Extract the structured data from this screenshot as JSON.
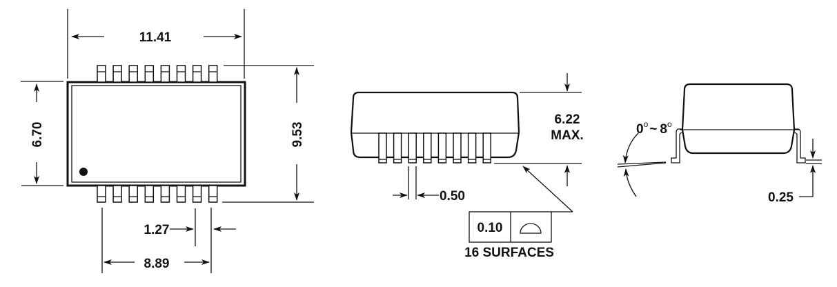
{
  "title": "SMD 16-pin package outline drawing",
  "top_view": {
    "overall_width": "11.41",
    "body_height": "6.70",
    "overall_height": "9.53",
    "pitch": "1.27",
    "pin_span": "8.89",
    "pins_per_side": 8
  },
  "side_view": {
    "height_value": "6.22",
    "height_suffix": "MAX.",
    "pin_width": "0.50",
    "coplanarity_value": "0.10",
    "coplanarity_note": "16 SURFACES",
    "coplanarity_symbol": "profile-of-surface-icon"
  },
  "end_view": {
    "angle_min": "0",
    "angle_sep": "~",
    "angle_max": "8",
    "degree": "o",
    "lead_thickness": "0.25"
  },
  "colors": {
    "ink": "#111111",
    "background": "#ffffff"
  }
}
